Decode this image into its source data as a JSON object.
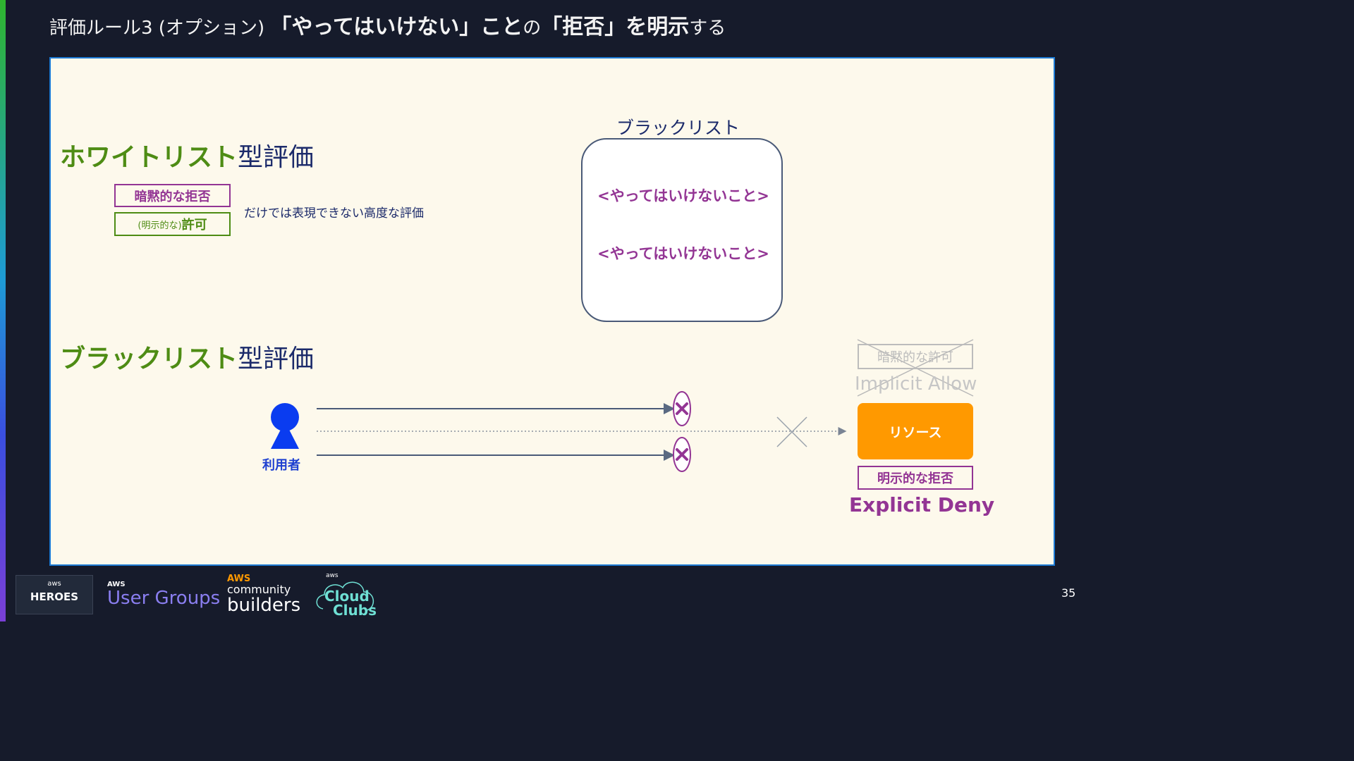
{
  "title": {
    "pre": "評価ルール3 (オプション) ",
    "b1": "「やってはいけない」こと",
    "mid1": "の",
    "b2": "「拒否」を明示",
    "post": "する"
  },
  "whitelist": {
    "heading_green": "ホワイトリスト",
    "heading_rest": "型評価",
    "implicit_deny": "暗黙的な拒否",
    "explicit_allow_small": "(明示的な)",
    "explicit_allow_big": "許可",
    "note": "だけでは表現できない高度な評価"
  },
  "blacklist_box": {
    "label": "ブラックリスト",
    "items": [
      "<やってはいけないこと>",
      "<やってはいけないこと>"
    ]
  },
  "blacklist": {
    "heading_green": "ブラックリスト",
    "heading_rest": "型評価",
    "user_label": "利用者",
    "resource_label": "リソース",
    "implicit_allow_jp": "暗黙的な許可",
    "implicit_allow_en": "Implicit Allow",
    "explicit_deny_jp": "明示的な拒否",
    "explicit_deny_en": "Explicit Deny"
  },
  "footer": {
    "heroes_aws": "aws",
    "heroes": "HEROES",
    "ug_aws": "AWS",
    "ug": "User Groups",
    "cb_aws": "AWS",
    "cb_community": "community",
    "cb_builders": "builders",
    "cc_aws": "aws",
    "cc_cloud": "Cloud",
    "cc_clubs": "Clubs"
  },
  "page_number": "35",
  "colors": {
    "green": "#4e8c14",
    "purple": "#933594",
    "navy": "#1b2a6a",
    "orange": "#ff9900",
    "user_blue": "#1d3fd0"
  }
}
